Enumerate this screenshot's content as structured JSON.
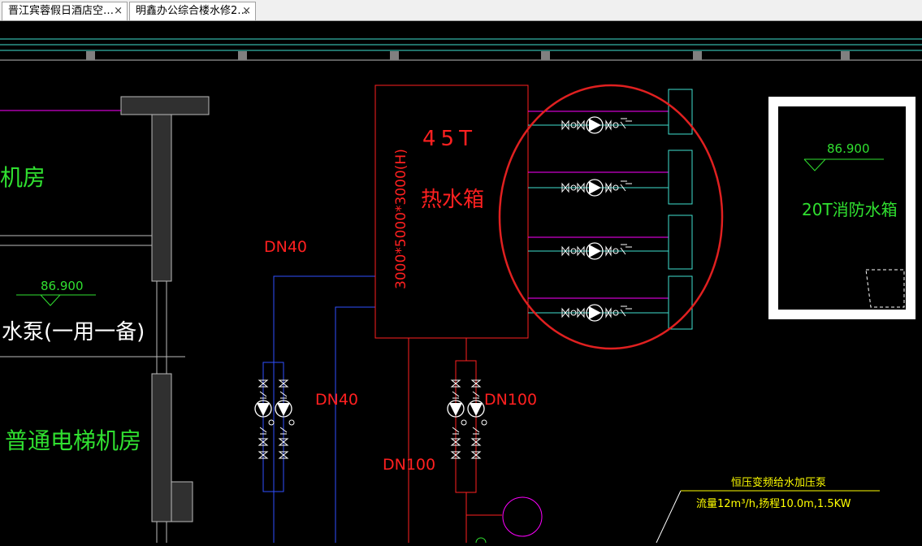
{
  "tabs": [
    {
      "label": "晋江宾蓉假日酒店空…",
      "close": "×"
    },
    {
      "label": "明鑫办公综合楼水修2…",
      "close": "×"
    }
  ],
  "drawing": {
    "left_room_1": "机房",
    "elev_left": "86.900",
    "pump_left_label": "水泵(一用一备)",
    "elevator_room": "普通电梯机房",
    "dn40_a": "DN40",
    "dn40_b": "DN40",
    "dn100_a": "DN100",
    "dn100_b": "DN100",
    "tank_capacity": "45T",
    "tank_name": "热水箱",
    "tank_size": "3000*5000*3000(H)",
    "elev_right": "86.900",
    "fire_tank": "20T消防水箱",
    "pump_set_title": "恒压变频给水加压泵",
    "pump_set_spec": "流量12m³/h,扬程10.0m,1.5KW"
  },
  "colors": {
    "background": "#000000",
    "red": "#ff2020",
    "green": "#30e030",
    "magenta": "#ff00ff",
    "cyan": "#40e0d0",
    "blue": "#3050ff",
    "yellow": "#ffff00",
    "circle_highlight": "#e02020"
  }
}
